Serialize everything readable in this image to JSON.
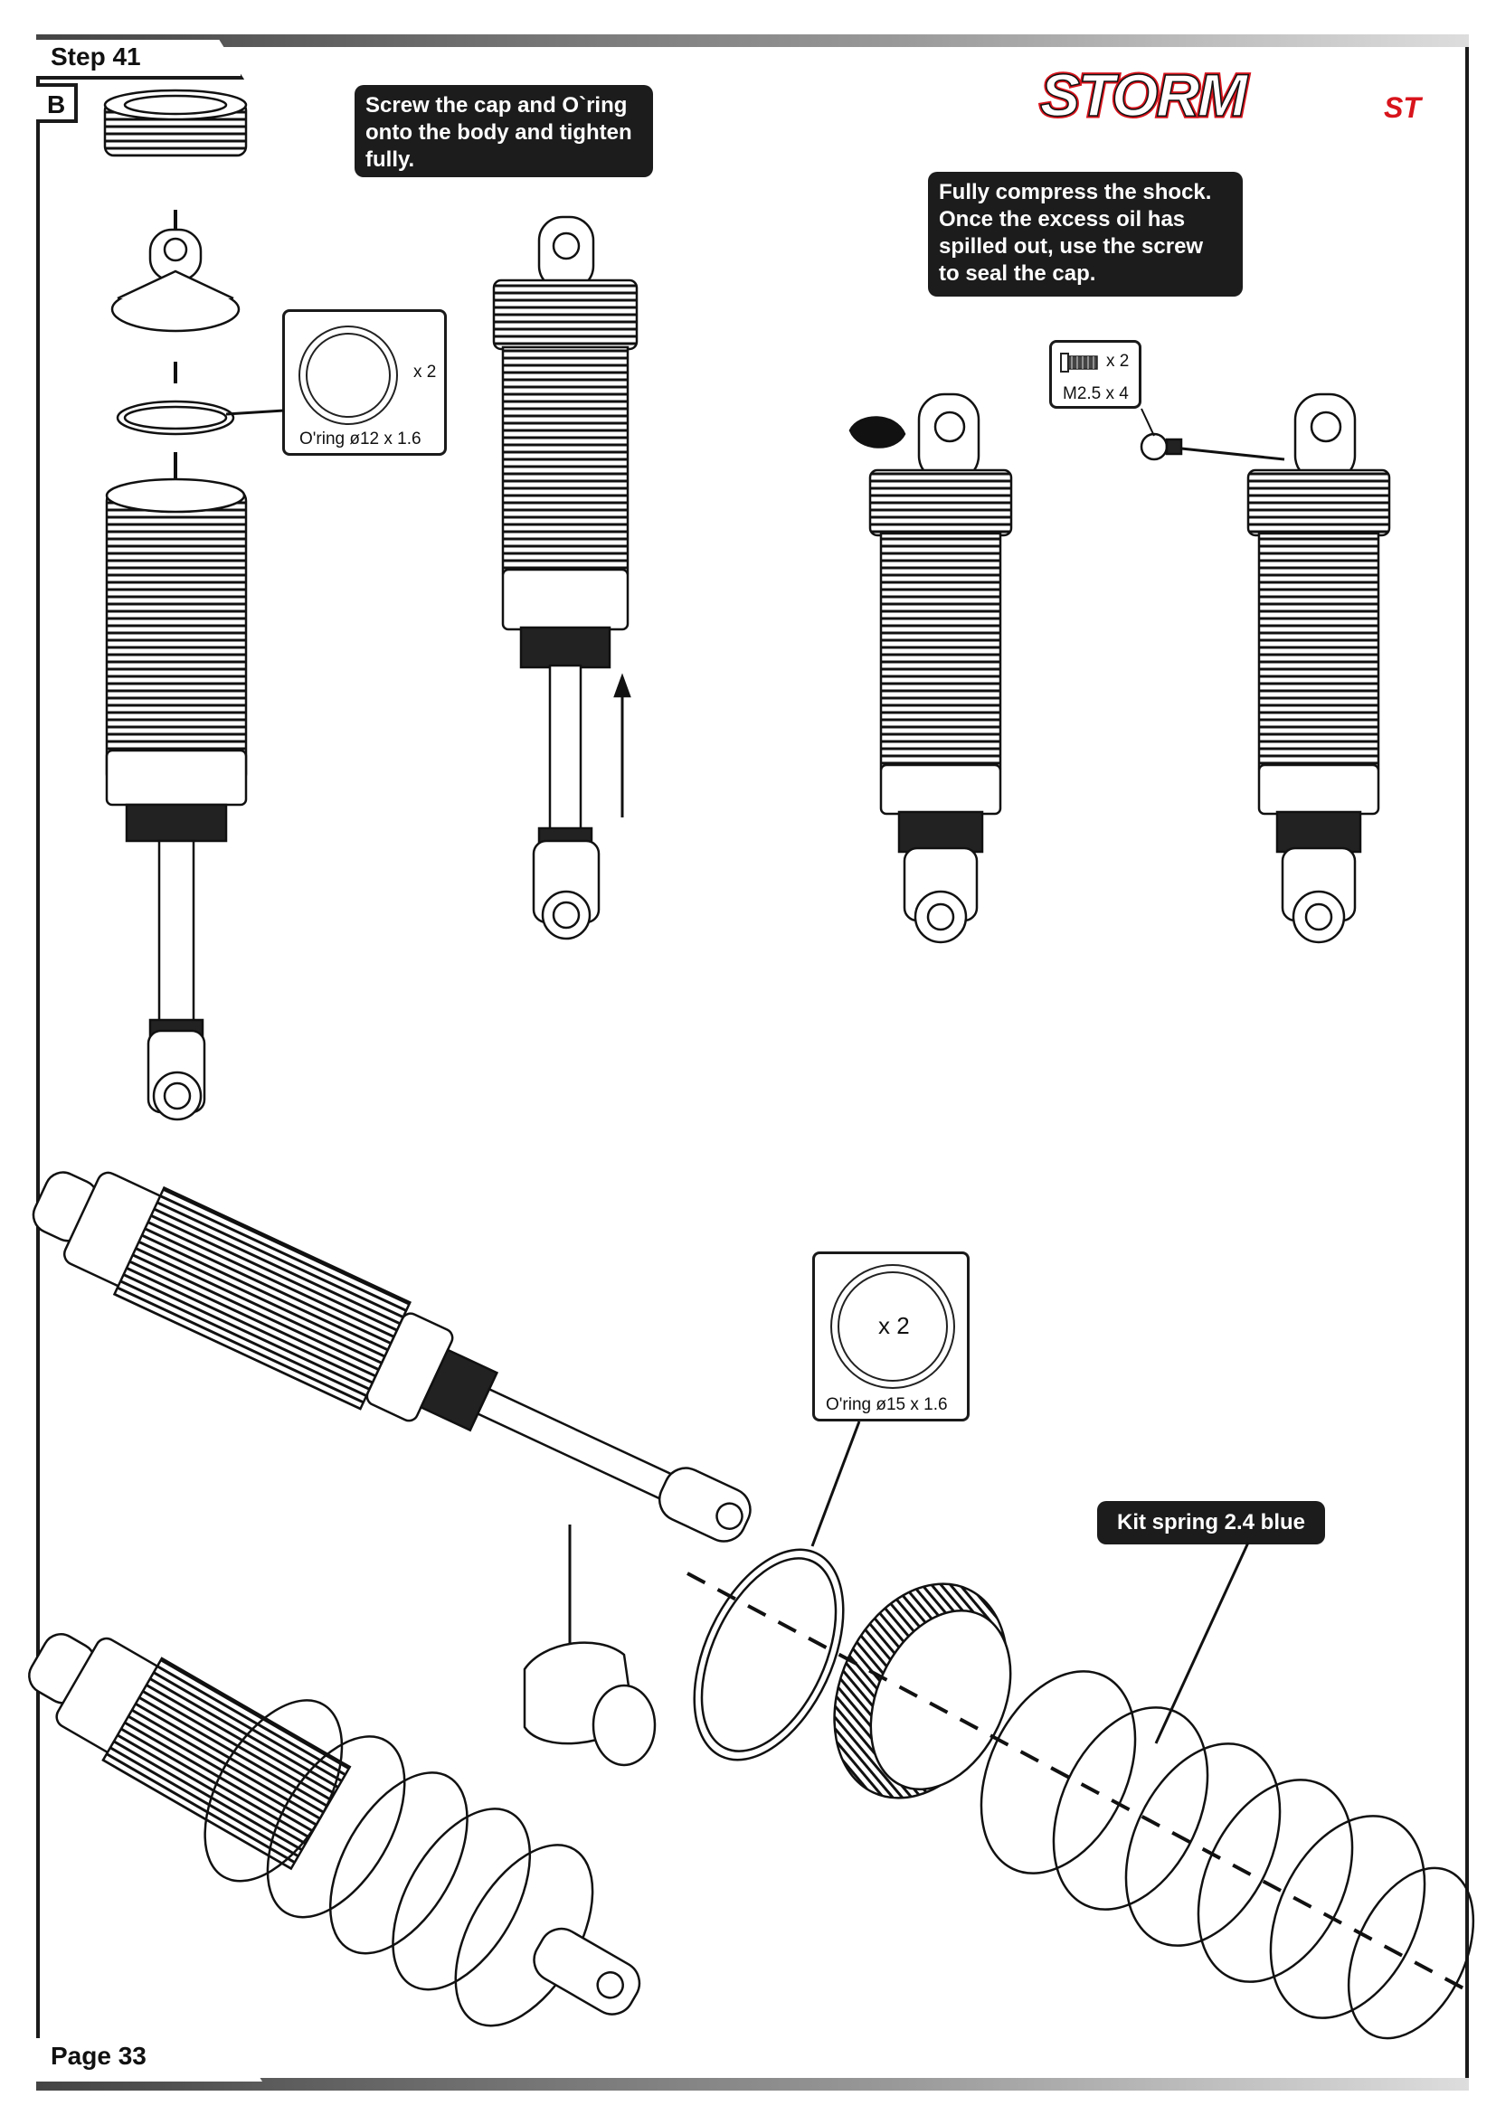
{
  "header": {
    "step_label": "Step 41",
    "sub_label": "B",
    "logo_text": "STORM",
    "logo_suffix": "ST"
  },
  "notes": {
    "cap_instruction": "Screw the cap and O`ring\nonto the body and tighten\nfully.",
    "compress_instruction": "Fully compress the shock.\nOnce the excess oil has\nspilled out, use the screw\nto seal the cap.",
    "spring_label": "Kit spring 2.4 blue"
  },
  "parts": {
    "oring_small": {
      "qty": "x 2",
      "name": "O'ring ø12 x 1.6"
    },
    "screw": {
      "qty": "x 2",
      "name": "M2.5 x 4"
    },
    "oring_large": {
      "qty": "x 2",
      "name": "O'ring ø15 x 1.6"
    }
  },
  "footer": {
    "page_label": "Page 33"
  },
  "colors": {
    "logo_red": "#d8141c",
    "frame": "#1a1a1a",
    "callout_bg": "#1c1c1c"
  }
}
